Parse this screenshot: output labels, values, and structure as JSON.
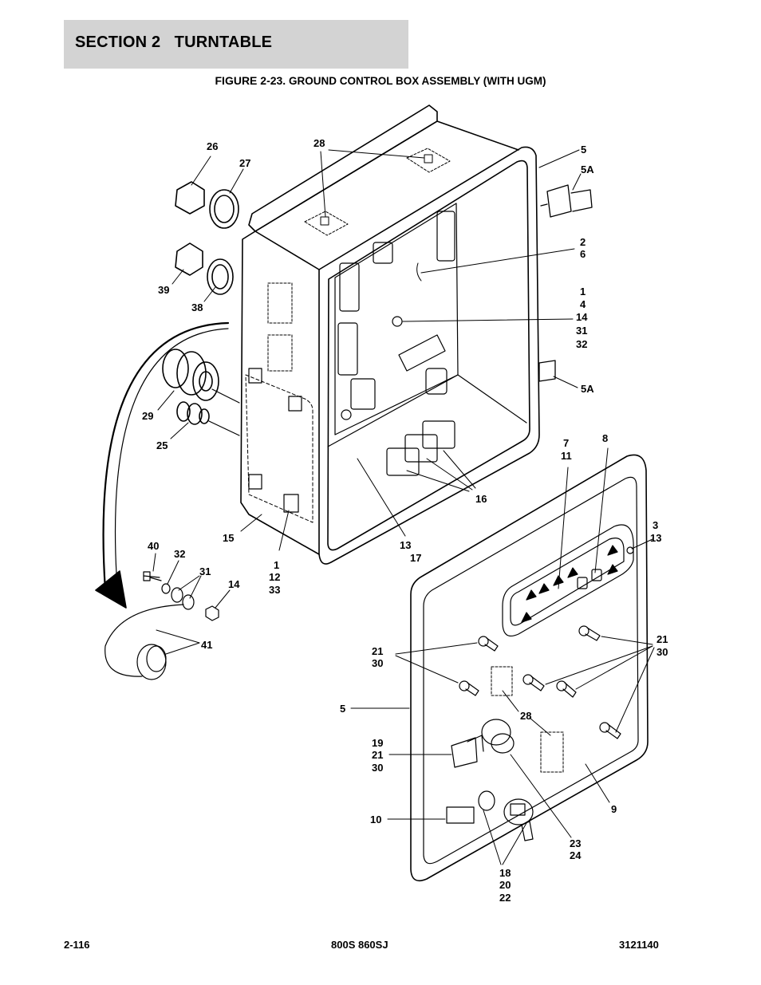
{
  "header": {
    "section": "SECTION 2   TURNTABLE"
  },
  "figure": {
    "number": "FIGURE 2-23.",
    "caption": "GROUND CONTROL BOX ASSEMBLY (WITH UGM)"
  },
  "footer": {
    "page": "2-116",
    "model": "800S 860SJ",
    "doc": "3121140"
  },
  "callouts": [
    "26",
    "27",
    "28",
    "5",
    "5A",
    "2",
    "6",
    "1",
    "4",
    "14",
    "31",
    "32",
    "39",
    "38",
    "29",
    "25",
    "5A",
    "7",
    "11",
    "8",
    "16",
    "15",
    "1",
    "12",
    "33",
    "13",
    "17",
    "3",
    "13",
    "40",
    "32",
    "31",
    "14",
    "41",
    "21",
    "30",
    "21",
    "30",
    "5",
    "28",
    "19",
    "21",
    "30",
    "9",
    "10",
    "23",
    "24",
    "18",
    "20",
    "22"
  ]
}
